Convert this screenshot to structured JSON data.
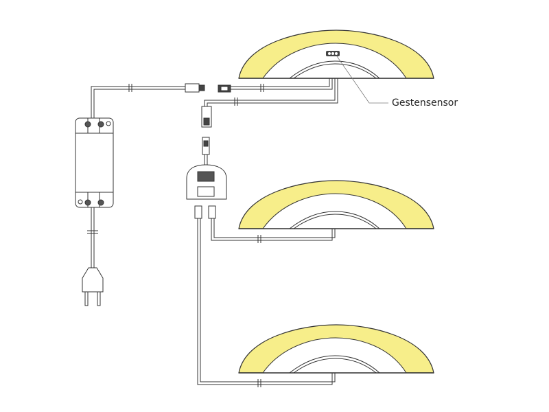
{
  "labels": {
    "sensor": "Gestensensor"
  },
  "colors": {
    "light": "#f7ee8a",
    "stroke": "#333333",
    "background": "#ffffff"
  },
  "components": [
    "power-supply",
    "mains-plug",
    "gesture-sensor-lamp",
    "distributor-box",
    "lamp",
    "lamp"
  ]
}
